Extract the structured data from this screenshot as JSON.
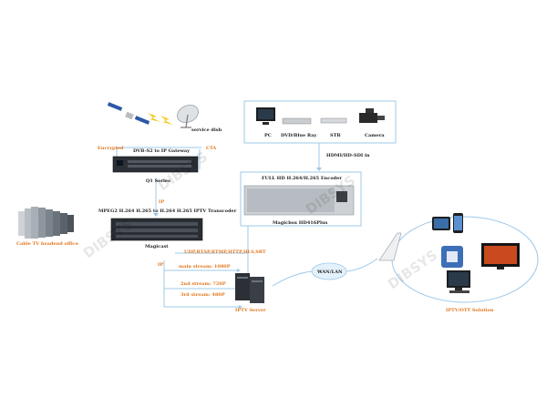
{
  "labels": {
    "service_dish": "service dish",
    "encrypted": "Encrypted",
    "gateway": "DVB-S2 to IP Gateway",
    "cta": "CTA",
    "q1_series": "Q1 Series",
    "ip1": "IP",
    "transcoder": "MPEG2 H.264 H.265 to H.264 H.265 IPTV Transcoder",
    "cable_tv": "Cable TV headend office",
    "magicast": "Magicast",
    "protocols": "UDP,RTSP,RTMP,HTTP,HLS,SRT",
    "ip2": "IP",
    "stream_main": "main stream: 1080P",
    "stream_2nd": "2nd stream: 720P",
    "stream_3rd": "3rd stream: 480P",
    "iptv_server": "IPTV Server",
    "wan_lan": "WAN/LAN",
    "pc": "PC",
    "dvd": "DVD/Blue Ray",
    "stb": "STB",
    "camera": "Camera",
    "hdmi_in": "HDMI/HD-SDI in",
    "encoder_title": "FULL HD H.264/H.265 Encoder",
    "encoder_name": "Magicbox HD416Plus",
    "iptv_ott": "IPTV/OTT Solution"
  },
  "watermark": "DIBSYS",
  "colors": {
    "line": "#9cc8ea",
    "accent": "#e2761b",
    "device_dark": "#2b2f36",
    "device_light": "#cfd3d8"
  },
  "icons": [
    "satellite-icon",
    "lightning-icon",
    "satellite-dish-icon",
    "gateway-rack-icon",
    "server-rack-icon",
    "transcoder-rack-icon",
    "iptv-server-icon",
    "cloud-icon",
    "monitor-icon",
    "dvd-player-icon",
    "stb-icon",
    "camera-icon",
    "encoder-chassis-icon",
    "wifi-router-icon",
    "tablet-icon",
    "smartphone-icon",
    "tv-icon",
    "stb-box-icon"
  ]
}
